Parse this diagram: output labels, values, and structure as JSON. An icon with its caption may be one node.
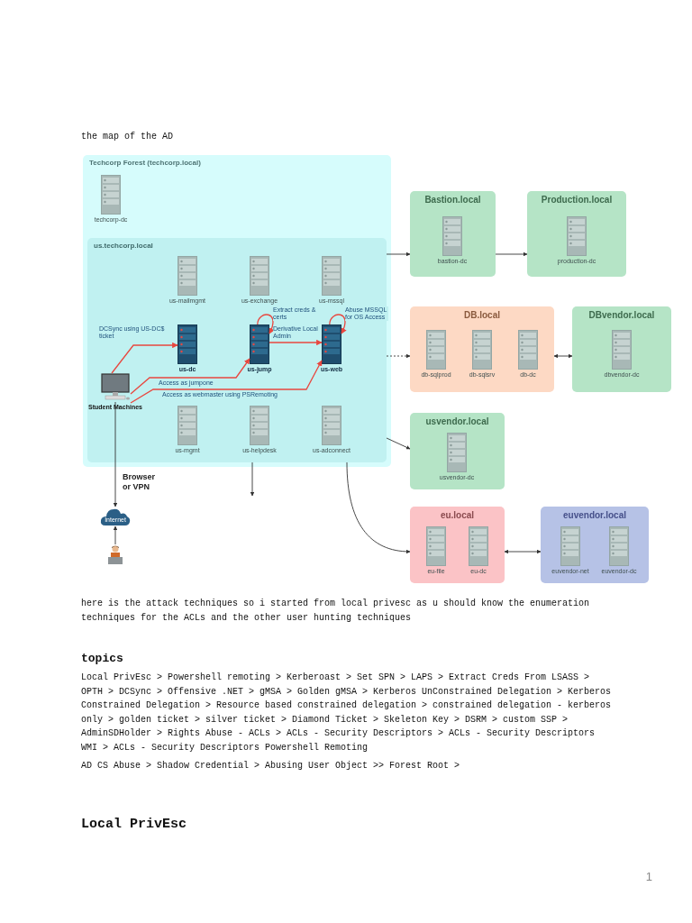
{
  "diagram": {
    "nodes": [
      {
        "text": [
          "Techcorp Forest (techcorp.local)"
        ]
      },
      {
        "text": [
          "techcorp-dc"
        ],
        "in": 0
      },
      {
        "text": [
          "us.techcorp.local"
        ],
        "in": 0
      },
      {
        "text": [
          "us-mailmgmt"
        ],
        "in": 2
      },
      {
        "text": [
          "us-exchange"
        ],
        "in": 2
      },
      {
        "text": [
          "us-mssql"
        ],
        "in": 2
      },
      {
        "text": [
          "us-dc"
        ],
        "in": 2
      },
      {
        "text": [
          "us-jump"
        ],
        "in": 2
      },
      {
        "text": [
          "us-web"
        ],
        "in": 2
      },
      {
        "text": [
          "Student Machines"
        ],
        "in": 2
      },
      {
        "text": [
          "us-mgmt"
        ],
        "in": 2
      },
      {
        "text": [
          "us-helpdesk"
        ],
        "in": 2
      },
      {
        "text": [
          "us-adconnect"
        ],
        "in": 2
      },
      {
        "text": [
          "Bastion.local"
        ]
      },
      {
        "text": [
          "bastion-dc"
        ],
        "in": 13
      },
      {
        "text": [
          "Production.local"
        ]
      },
      {
        "text": [
          "production-dc"
        ],
        "in": 15
      },
      {
        "text": [
          "DB.local"
        ]
      },
      {
        "text": [
          "db-sqlprod"
        ],
        "in": 17
      },
      {
        "text": [
          "db-sqlsrv"
        ],
        "in": 17
      },
      {
        "text": [
          "db-dc"
        ],
        "in": 17
      },
      {
        "text": [
          "DBvendor.local"
        ]
      },
      {
        "text": [
          "dbvendor-dc"
        ],
        "in": 21
      },
      {
        "text": [
          "usvendor.local"
        ]
      },
      {
        "text": [
          "usvendor-dc"
        ],
        "in": 23
      },
      {
        "text": [
          "eu.local"
        ]
      },
      {
        "text": [
          "eu-file"
        ],
        "in": 25
      },
      {
        "text": [
          "eu-dc"
        ],
        "in": 25
      },
      {
        "text": [
          "euvendor.local"
        ]
      },
      {
        "text": [
          "euvendor-net"
        ],
        "in": 28
      },
      {
        "text": [
          "euvendor-dc"
        ],
        "in": 28
      },
      {
        "text": [
          "Internet"
        ]
      },
      {
        "text": [],
        "shape": "person"
      }
    ],
    "edges": [
      {
        "from": 9,
        "to": 6,
        "arrow": "to",
        "label": "DCSync using US-DC$ ticket",
        "color": "#e8473f"
      },
      {
        "from": 9,
        "to": 7,
        "arrow": "to",
        "label": "Access as jumpone",
        "color": "#e8473f"
      },
      {
        "from": 9,
        "to": 8,
        "arrow": "to",
        "label": "Access as webmaster using PSRemoting",
        "color": "#e8473f"
      },
      {
        "from": 7,
        "to": 8,
        "arrow": "to",
        "label": "Derivative Local Admin",
        "color": "#e8473f"
      },
      {
        "from": 7,
        "to": 7,
        "arrow": "to",
        "label": "Extract creds & certs",
        "color": "#e8473f"
      },
      {
        "from": 8,
        "to": 8,
        "arrow": "to",
        "label": "Abuse MSSQL for OS Access",
        "color": "#e8473f"
      },
      {
        "from": 2,
        "to": 13,
        "arrow": "to"
      },
      {
        "from": 13,
        "to": 15,
        "arrow": "to"
      },
      {
        "from": 2,
        "to": 17,
        "arrow": "to",
        "style": "dashed"
      },
      {
        "from": 17,
        "to": 21,
        "arrow": "both"
      },
      {
        "from": 2,
        "to": 23,
        "arrow": "to"
      },
      {
        "from": 2,
        "to": 25,
        "arrow": "to"
      },
      {
        "from": 25,
        "to": 28,
        "arrow": "both"
      },
      {
        "from": 9,
        "to": 31,
        "arrow": "to",
        "label": "Browser or VPN"
      },
      {
        "from": 32,
        "to": 31,
        "arrow": "to"
      },
      {
        "from": 2,
        "to": null,
        "arrow": "to"
      }
    ],
    "labels": [
      "the map of the AD",
      "here is the attack techniques so i started from local privesc as u should know the enumeration techniques for the ACLs and the other user hunting techniques",
      "topics",
      "Local PrivEsc > Powershell remoting > Kerberoast > Set SPN > LAPS > Extract Creds From LSASS > OPTH > DCSync > Offensive .NET > gMSA > Golden gMSA > Kerberos UnConstrained Delegation > Kerberos Constrained Delegation > Resource based constrained delegation > constrained delegation - kerberos only > golden ticket > silver ticket > Diamond Ticket > Skeleton Key > DSRM > custom SSP > AdminSDHolder > Rights Abuse - ACLs > ACLs - Security Descriptors > ACLs - Security Descriptors WMI > ACLs - Security Descriptors Powershell Remoting",
      "AD CS Abuse > Shadow Credential > Abusing User Object >> Forest Root >",
      "Local PrivEsc",
      "1"
    ]
  }
}
